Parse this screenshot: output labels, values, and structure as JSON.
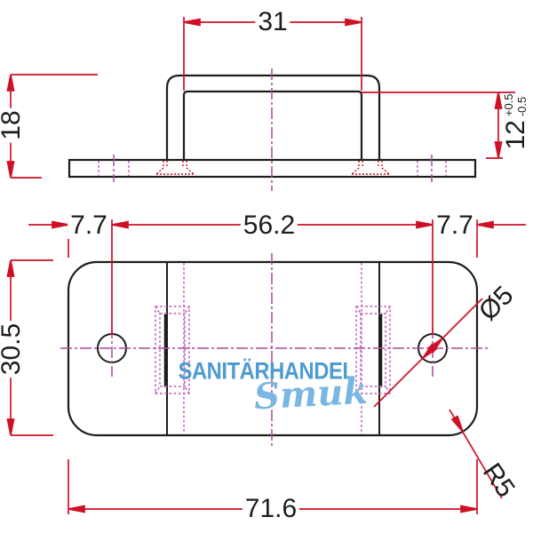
{
  "side_view": {
    "inner_width": "31",
    "total_height": "18",
    "bridge_height": "12",
    "bridge_height_tol_plus": "+0.5",
    "bridge_height_tol_minus": "-0.5"
  },
  "plan_view": {
    "edge_offset_left": "7.7",
    "hole_spacing": "56.2",
    "edge_offset_right": "7.7",
    "plate_depth": "30.5",
    "plate_width": "71.6",
    "hole_diameter": "Ø5",
    "corner_radius": "R5"
  },
  "watermark": {
    "brand": "SANITÄRHANDEL",
    "brand_script": "Smuk"
  },
  "colors": {
    "dimension_red": "#ce1126",
    "outline_black": "#1d1d1b",
    "centerline_magenta": "#a94a9c",
    "hidden_magenta": "#c76ec2",
    "watermark_blue": "#4d9bd1",
    "watermark_script_blue": "#79b7e2",
    "background": "#ffffff"
  }
}
